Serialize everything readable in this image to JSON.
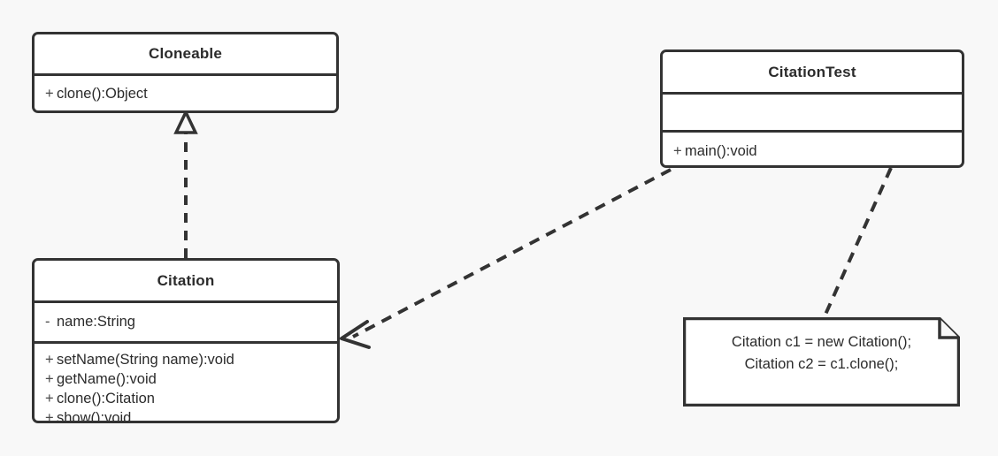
{
  "diagram": {
    "type": "uml-class-diagram",
    "background_color": "#f8f8f8",
    "line_color": "#333333",
    "box_fill": "#ffffff",
    "text_color": "#2b2b2b"
  },
  "classes": {
    "cloneable": {
      "name": "Cloneable",
      "attributes": [],
      "operations": [
        {
          "visibility": "+",
          "signature": "clone():Object"
        }
      ]
    },
    "citation": {
      "name": "Citation",
      "attributes": [
        {
          "visibility": "-",
          "signature": "name:String"
        }
      ],
      "operations": [
        {
          "visibility": "+",
          "signature": "setName(String name):void"
        },
        {
          "visibility": "+",
          "signature": "getName():void"
        },
        {
          "visibility": "+",
          "signature": "clone():Citation"
        },
        {
          "visibility": "+",
          "signature": "show():void"
        }
      ]
    },
    "citationtest": {
      "name": "CitationTest",
      "attributes": [],
      "operations": [
        {
          "visibility": "+",
          "signature": "main():void"
        }
      ]
    }
  },
  "note": {
    "lines": [
      "Citation c1 = new Citation();",
      "Citation c2 = c1.clone();"
    ]
  },
  "relationships": [
    {
      "id": "realization",
      "kind": "realization",
      "from": "Citation",
      "to": "Cloneable",
      "line_style": "dashed",
      "arrowhead": "hollow-triangle"
    },
    {
      "id": "dependency",
      "kind": "dependency",
      "from": "CitationTest",
      "to": "Citation",
      "line_style": "dashed",
      "arrowhead": "open-arrow"
    },
    {
      "id": "note-anchor",
      "kind": "note-anchor",
      "from": "CitationTest",
      "to": "note",
      "line_style": "dashed",
      "arrowhead": "none"
    }
  ]
}
